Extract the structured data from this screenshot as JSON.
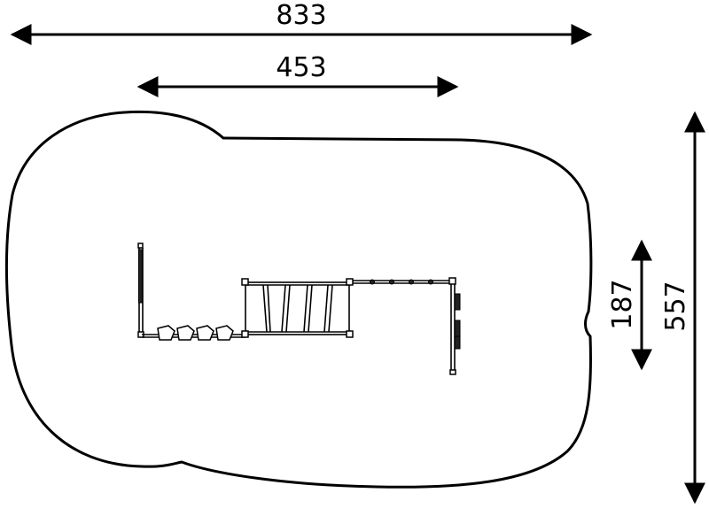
{
  "diagram": {
    "dimensions": {
      "overall_width": "833",
      "equipment_width": "453",
      "overall_depth": "557",
      "equipment_depth": "187"
    },
    "colors": {
      "line": "#000000",
      "background": "#ffffff"
    }
  }
}
